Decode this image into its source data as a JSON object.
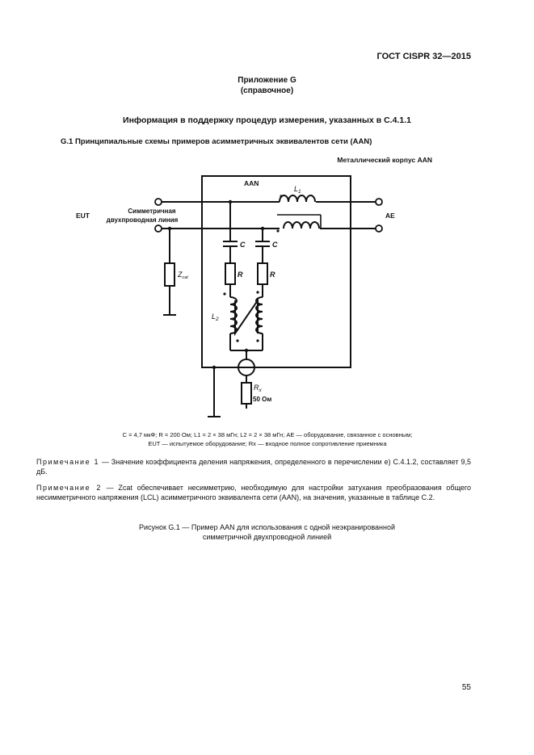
{
  "header": {
    "standard_id": "ГОСТ CISPR 32—2015"
  },
  "annex": {
    "title": "Приложение G",
    "type": "(справочное)"
  },
  "heading": "Информация в поддержку процедур измерения, указанных в С.4.1.1",
  "subsection": "G.1 Принципиальные схемы примеров асимметричных эквивалентов сети (AAN)",
  "diagram": {
    "housing_label": "Металлический корпус AAN",
    "aan_label": "AAN",
    "eut_label": "EUT",
    "ae_label": "AE",
    "line_label_1": "Симметричная",
    "line_label_2": "двухпроводная линия",
    "l1_main": "L",
    "l1_sub": "1",
    "l2_main": "L",
    "l2_sub": "2",
    "c_label": "C",
    "r_label": "R",
    "zcat_main": "Z",
    "zcat_sub": "cat",
    "rx_main": "R",
    "rx_sub": "x",
    "rx_value": "50 Ом"
  },
  "legend": {
    "line1": "C = 4,7 мкФ; R = 200 Ом; L1 = 2 × 38 мГн; L2 = 2 × 38 мГн; AE — оборудование, связанное с основным;",
    "line2": "EUT — испытуемое оборудование; Rx — входное полное сопротивление приемника"
  },
  "notes": [
    {
      "label": "Примечание 1",
      "text": "— Значение коэффициента деления напряжения, определенного в перечислении e) С.4.1.2, составляет 9,5 дБ."
    },
    {
      "label": "Примечание 2",
      "text": "— Zcat обеспечивает несимметрию, необходимую для настройки затухания преобразования общего несимметричного напряжения (LCL) асимметричного эквивалента сети (AAN), на значения, указанные в таблице С.2."
    }
  ],
  "caption": {
    "line1": "Рисунок G.1 — Пример AAN для использования с одной неэкранированной",
    "line2": "симметричной двухпроводной линией"
  },
  "footer": {
    "page_number": "55"
  }
}
